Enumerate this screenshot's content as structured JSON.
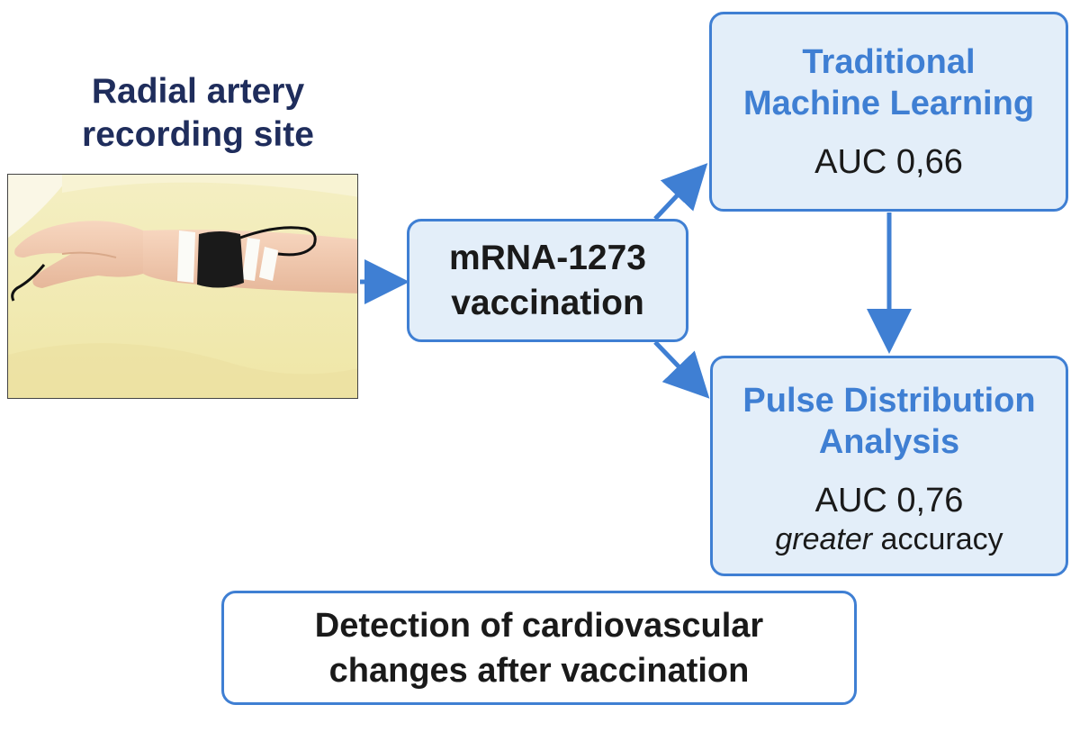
{
  "site": {
    "title_lines": [
      "Radial artery",
      "recording site"
    ]
  },
  "vaccination": {
    "lines": [
      "mRNA-1273",
      "vaccination"
    ]
  },
  "traditional_ml": {
    "title_lines": [
      "Traditional",
      "Machine Learning"
    ],
    "auc": "AUC 0,66"
  },
  "pulse_distribution": {
    "title_lines": [
      "Pulse Distribution",
      "Analysis"
    ],
    "auc": "AUC 0,76",
    "accuracy_emphasis": "greater",
    "accuracy_rest": " accuracy"
  },
  "detection": {
    "lines": [
      "Detection of cardiovascular",
      "changes after vaccination"
    ]
  },
  "colors": {
    "accent": "#3f7fd3",
    "box_fill": "#e3eef9",
    "title_navy": "#1f2d5c"
  }
}
